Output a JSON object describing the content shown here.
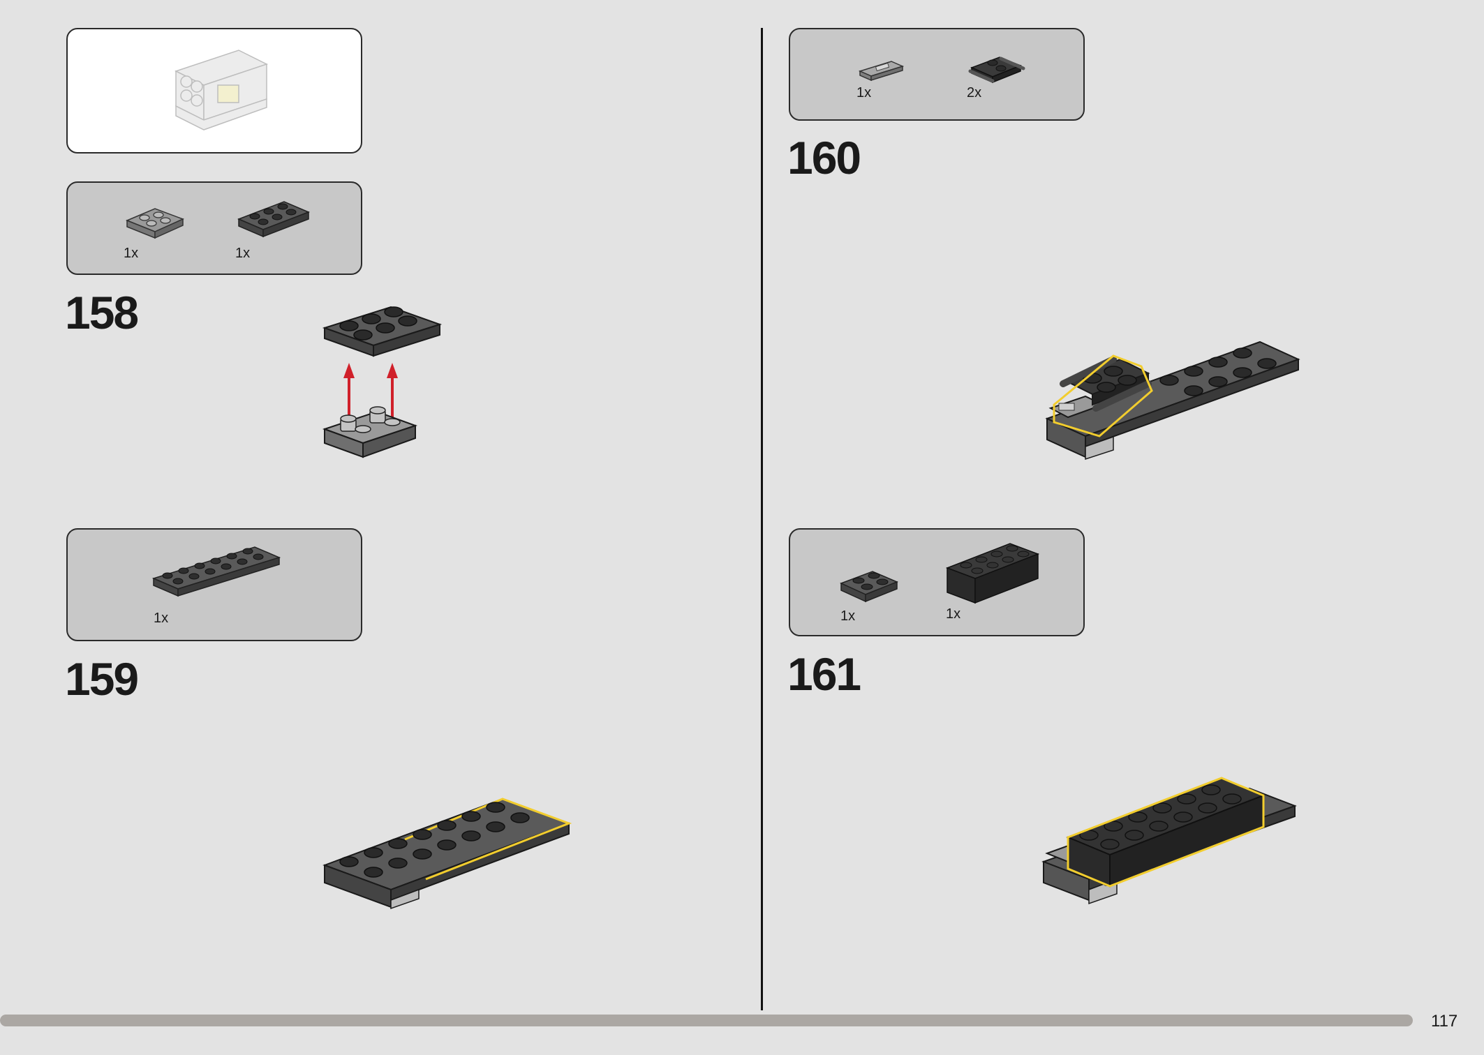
{
  "page_number": "117",
  "steps": [
    {
      "number": "158",
      "parts": [
        {
          "qty": "1x",
          "part": "plate-2x2-with-pins-icon"
        },
        {
          "qty": "1x",
          "part": "plate-2x3-dark-grey-icon"
        }
      ]
    },
    {
      "number": "159",
      "parts": [
        {
          "qty": "1x",
          "part": "plate-2x6-dark-grey-icon"
        }
      ]
    },
    {
      "number": "160",
      "parts": [
        {
          "qty": "1x",
          "part": "tile-1x2-grille-icon"
        },
        {
          "qty": "2x",
          "part": "plate-with-bar-black-icon"
        }
      ]
    },
    {
      "number": "161",
      "parts": [
        {
          "qty": "1x",
          "part": "plate-2x2-dark-grey-icon"
        },
        {
          "qty": "1x",
          "part": "brick-2x4-black-icon"
        }
      ]
    }
  ],
  "colors": {
    "background": "#e3e3e3",
    "callout": "#c8c8c8",
    "dark_grey": "#555555",
    "black_brick": "#2e2e2e",
    "highlight": "#f2cd2e",
    "arrow": "#d0202a"
  }
}
